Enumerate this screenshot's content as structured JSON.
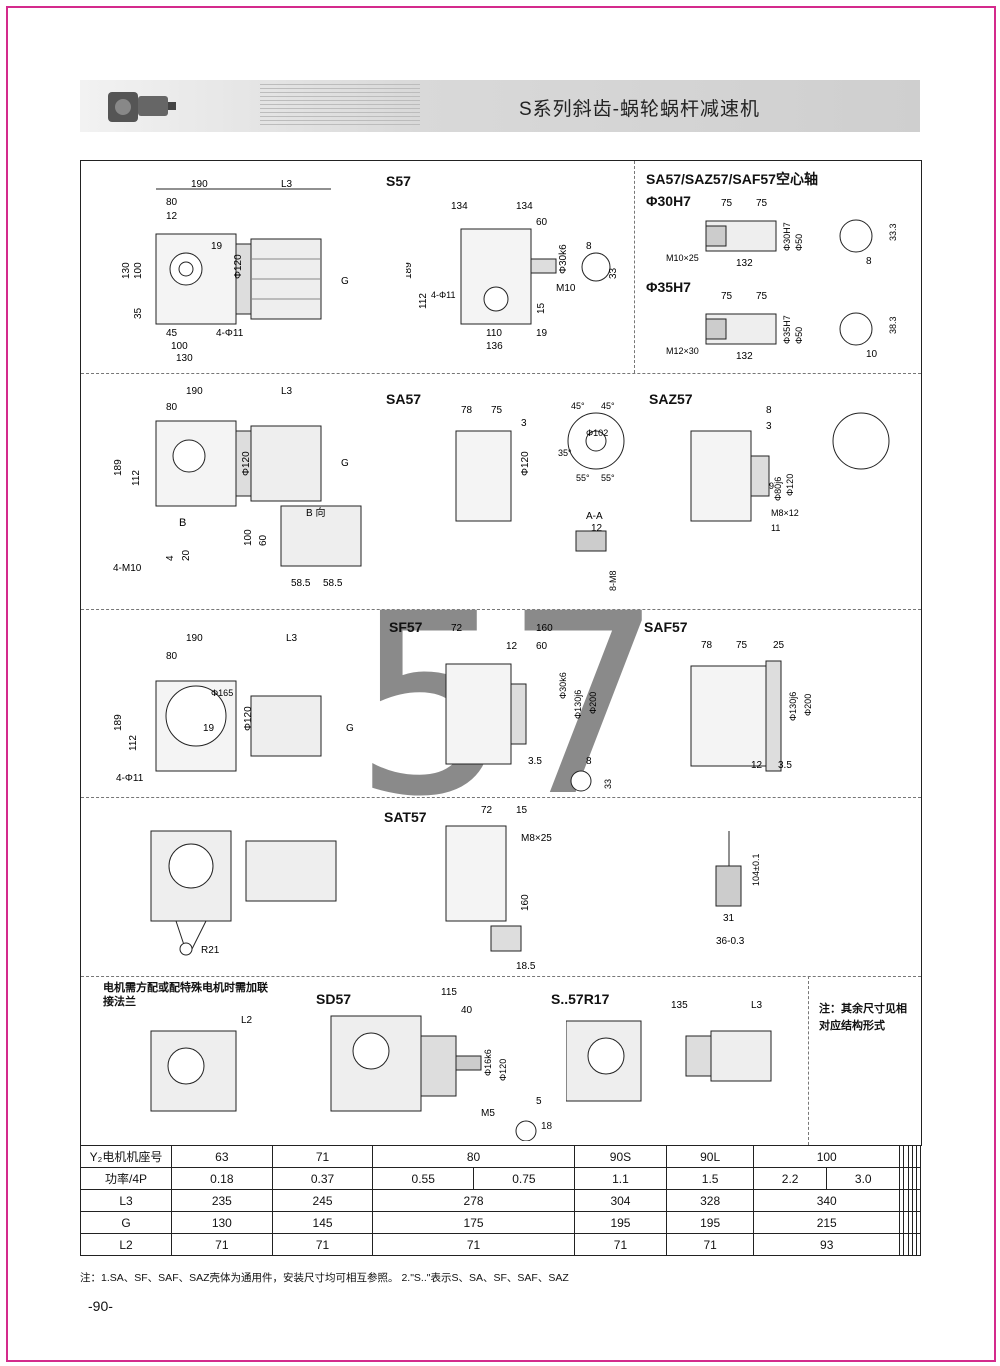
{
  "header": {
    "title": "S系列斜齿-蜗轮蜗杆减速机"
  },
  "labels": {
    "s57": "S57",
    "hollow": "SA57/SAZ57/SAF57空心轴",
    "phi30": "Φ30H7",
    "phi35": "Φ35H7",
    "sa57": "SA57",
    "saz57": "SAZ57",
    "sf57": "SF57",
    "saf57": "SAF57",
    "sat57": "SAT57",
    "sd57": "SD57",
    "sr17": "S..57R17",
    "big": "57"
  },
  "notes": {
    "side": "注：其余尺寸见相对应结构形式",
    "motor": "电机需方配或配特殊电机时需加联接法兰"
  },
  "dims": {
    "d190": "190",
    "L3": "L3",
    "d80": "80",
    "d12": "12",
    "d19": "19",
    "d120": "Φ120",
    "d130": "130",
    "d100": "100",
    "d35": "35",
    "d45": "45",
    "d4phi11": "4-Φ11",
    "G": "G",
    "d134": "134",
    "d60": "60",
    "d30k6": "Φ30k6",
    "d8": "8",
    "d33": "33",
    "M10": "M10",
    "d189": "189",
    "d112": "112",
    "d15": "15",
    "d110": "110",
    "d136": "136",
    "d75": "75",
    "d50": "Φ50",
    "d30H7": "Φ30H7",
    "M10x25": "M10×25",
    "d132": "132",
    "d33_3": "33.3",
    "d38_3": "38.3",
    "d35H7": "Φ35H7",
    "M12x30": "M12×30",
    "d10": "10",
    "B": "B",
    "Bdir": "B 向",
    "d4M10": "4-M10",
    "d4": "4",
    "d20": "20",
    "d58_5": "58.5",
    "d78": "78",
    "d3": "3",
    "d45deg": "45°",
    "d55deg": "55°",
    "d35deg": "35°",
    "d102": "Φ102",
    "AA": "A-A",
    "d8M8": "8-M8",
    "d80j6": "Φ80j6",
    "d9": "9",
    "M8x12": "M8×12",
    "d11": "11",
    "d72": "72",
    "d160": "160",
    "d130j6": "Φ130j6",
    "d200": "Φ200",
    "d3_5": "3.5",
    "d25": "25",
    "d165": "Φ165",
    "M8x25": "M8×25",
    "d18_5": "18.5",
    "d104": "104±0.1",
    "d31": "31",
    "d36": "36-0.3",
    "R21": "R21",
    "L2": "L2",
    "d115": "115",
    "d40": "40",
    "d16k6": "Φ16k6",
    "M5": "M5",
    "d5": "5",
    "d18": "18",
    "d135": "135"
  },
  "table": {
    "rows": [
      {
        "head": "Y₂电机机座号",
        "cells": [
          "63",
          "71",
          "80",
          "90S",
          "90L",
          "100",
          "",
          "",
          "",
          "",
          ""
        ]
      },
      {
        "head": "功率/4P",
        "cells": [
          "0.18",
          "0.37",
          "0.55",
          "0.75",
          "1.1",
          "1.5",
          "2.2",
          "3.0",
          "",
          "",
          "",
          "",
          ""
        ]
      },
      {
        "head": "L3",
        "cells": [
          "235",
          "245",
          "278",
          "304",
          "328",
          "340",
          "",
          "",
          "",
          "",
          ""
        ]
      },
      {
        "head": "G",
        "cells": [
          "130",
          "145",
          "175",
          "195",
          "195",
          "215",
          "",
          "",
          "",
          "",
          ""
        ]
      },
      {
        "head": "L2",
        "cells": [
          "71",
          "71",
          "71",
          "71",
          "71",
          "93",
          "",
          "",
          "",
          "",
          ""
        ]
      }
    ]
  },
  "footnote": "注：1.SA、SF、SAF、SAZ壳体为通用件，安装尺寸均可相互参照。 2.\"S..\"表示S、SA、SF、SAF、SAZ",
  "page": "-90-"
}
